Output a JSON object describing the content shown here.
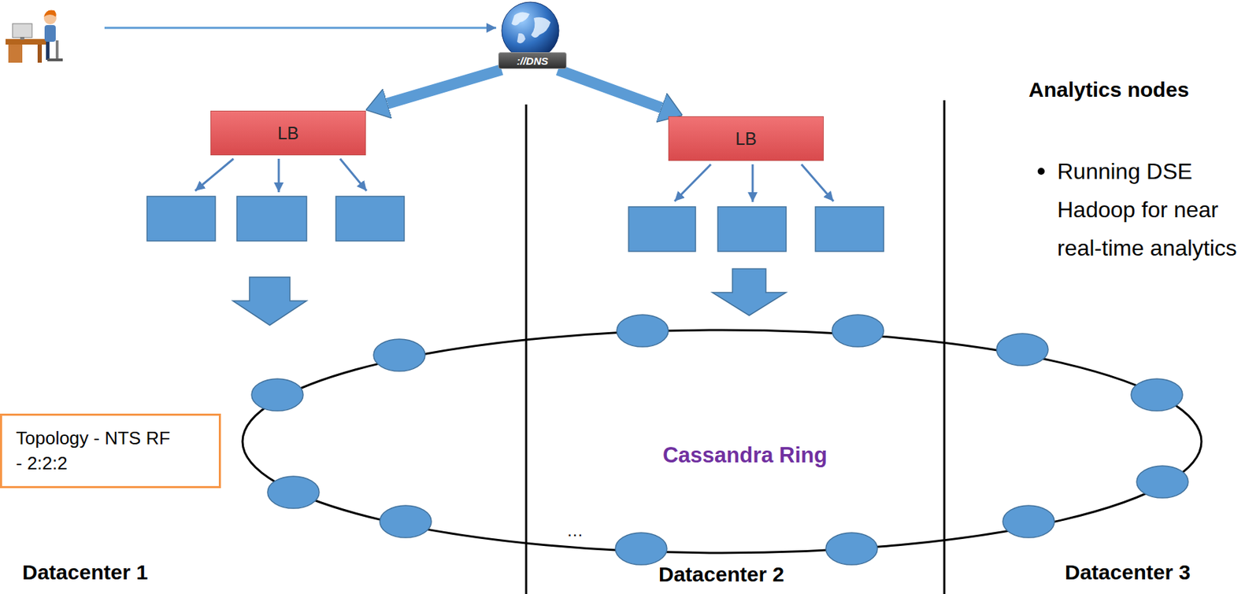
{
  "diagram": {
    "nodes": [
      {
        "text": [
          "://DNS"
        ]
      },
      {
        "text": [
          "LB"
        ]
      },
      {
        "text": [
          "LB"
        ]
      },
      {
        "text": [
          "Cassandra Ring"
        ]
      },
      {
        "text": [
          "Topology - NTS RF - 2:2:2"
        ]
      }
    ],
    "edges": [
      {
        "from": 0,
        "to": 1,
        "arrow": "to"
      },
      {
        "from": 0,
        "to": 2,
        "arrow": "to"
      }
    ],
    "labels": [
      "Analytics nodes",
      "Running DSE Hadoop for near real-time analytics",
      "…",
      "Datacenter 1",
      "Datacenter 2",
      "Datacenter 3"
    ]
  }
}
